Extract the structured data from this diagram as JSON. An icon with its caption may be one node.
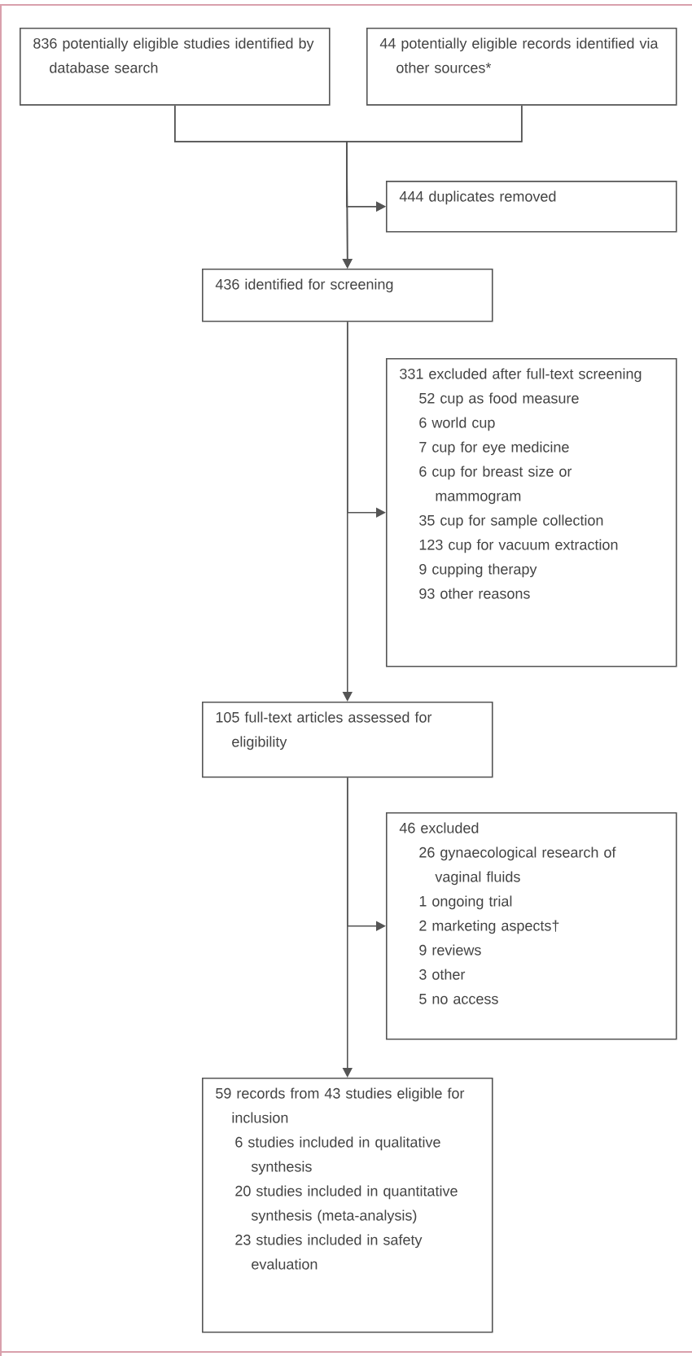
{
  "diagram": {
    "nodes": [
      {
        "text": [
          "836 potentially eligible studies identified by database search"
        ]
      },
      {
        "text": [
          "44 potentially eligible records identified via other sources*"
        ]
      },
      {
        "text": [
          "444 duplicates removed"
        ]
      },
      {
        "text": [
          "436 identified for screening"
        ]
      },
      {
        "text": [
          "331 excluded after full-text screening",
          "52 cup as food measure",
          "6 world cup",
          "7 cup for eye medicine",
          "6 cup for breast size or mammogram",
          "35 cup for sample collection",
          "123 cup for vacuum extraction",
          "9 cupping therapy",
          "93 other reasons"
        ]
      },
      {
        "text": [
          "105 full-text articles assessed for eligibility"
        ]
      },
      {
        "text": [
          "46 excluded",
          "26 gynaecological research of vaginal fluids",
          "1 ongoing trial",
          "2 marketing aspects†",
          "9 reviews",
          "3 other",
          "5 no access"
        ]
      },
      {
        "text": [
          "59 records from 43 studies eligible for inclusion",
          "6 studies included in qualitative synthesis",
          "20 studies included in quantitative synthesis (meta-analysis)",
          "23 studies included in safety evaluation"
        ]
      }
    ],
    "edges": [
      {
        "from": 0,
        "to": 3,
        "arrow": "to"
      },
      {
        "from": 1,
        "to": 3,
        "arrow": "to"
      },
      {
        "from": 0,
        "to": 2,
        "arrow": "to"
      },
      {
        "from": 1,
        "to": 2,
        "arrow": "to"
      },
      {
        "from": 3,
        "to": 4,
        "arrow": "to"
      },
      {
        "from": 3,
        "to": 5,
        "arrow": "to"
      },
      {
        "from": 5,
        "to": 6,
        "arrow": "to"
      },
      {
        "from": 5,
        "to": 7,
        "arrow": "to"
      }
    ]
  }
}
